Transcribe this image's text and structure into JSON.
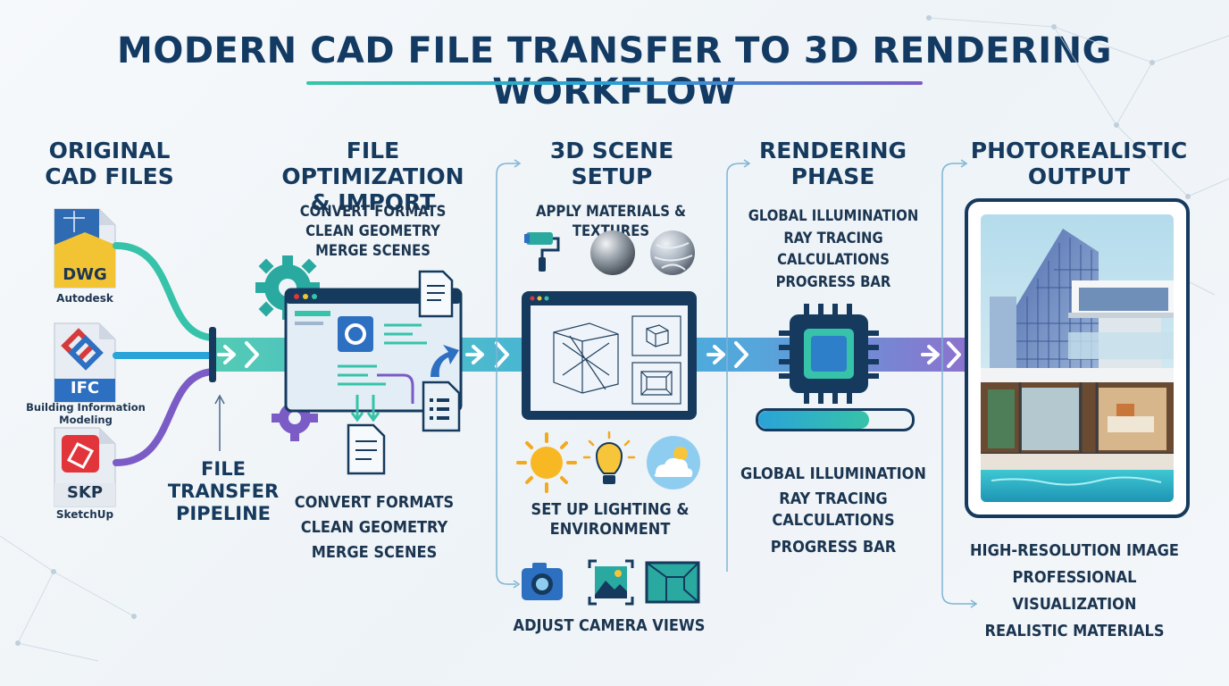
{
  "title": "MODERN CAD FILE TRANSFER TO 3D RENDERING WORKFLOW",
  "stages": [
    {
      "heading_1": "ORIGINAL",
      "heading_2": "CAD FILES"
    },
    {
      "heading_1": "FILE OPTIMIZATION",
      "heading_2": "& IMPORT",
      "top_lines": [
        "CONVERT FORMATS",
        "CLEAN GEOMETRY",
        "MERGE SCENES"
      ],
      "bottom_lines": [
        "CONVERT FORMATS",
        "CLEAN GEOMETRY",
        "MERGE SCENES"
      ]
    },
    {
      "heading_1": "3D SCENE",
      "heading_2": "SETUP",
      "materials": "APPLY MATERIALS & TEXTURES",
      "lighting_1": "SET UP LIGHTING &",
      "lighting_2": "ENVIRONMENT",
      "camera": "ADJUST CAMERA VIEWS"
    },
    {
      "heading_1": "RENDERING",
      "heading_2": "PHASE",
      "top_lines": [
        "GLOBAL ILLUMINATION",
        "RAY TRACING CALCULATIONS",
        "PROGRESS BAR"
      ],
      "bottom_1": "GLOBAL ILLUMINATION",
      "bottom_2": "RAY TRACING",
      "bottom_3": "CALCULATIONS",
      "bottom_4": "PROGRESS BAR",
      "progress": 0.72
    },
    {
      "heading_1": "PHOTOREALISTIC",
      "heading_2": "OUTPUT",
      "lines": [
        "HIGH-RESOLUTION IMAGE",
        "PROFESSIONAL VISUALIZATION",
        "REALISTIC MATERIALS"
      ]
    }
  ],
  "files": [
    {
      "badge": "DWG",
      "caption": "Autodesk",
      "color": "#f2c434"
    },
    {
      "badge": "IFC",
      "caption": "Building Information Modeling",
      "color": "#2d6fc1"
    },
    {
      "badge": "SKP",
      "caption": "SketchUp",
      "color": "#e2353b"
    }
  ],
  "pipeline": {
    "line_1": "FILE",
    "line_2": "TRANSFER",
    "line_3": "PIPELINE"
  },
  "colors": {
    "teal": "#36c3a9",
    "blue": "#2a9fd6",
    "purple": "#7b5bc6",
    "navy": "#153a5e"
  }
}
